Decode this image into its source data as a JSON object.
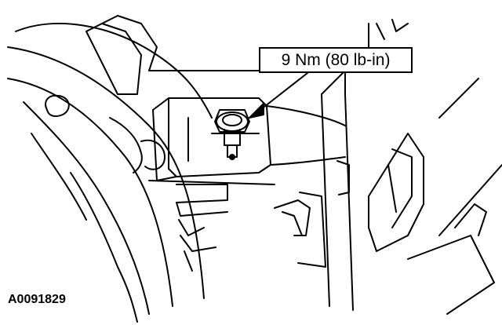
{
  "callout": {
    "torque_label": "9 Nm (80 lb-in)"
  },
  "figure": {
    "id": "A0091829"
  },
  "icons": [
    "bolt-icon",
    "nut-icon",
    "leader-arrow"
  ],
  "colors": {
    "line": "#000000",
    "background": "#ffffff"
  }
}
